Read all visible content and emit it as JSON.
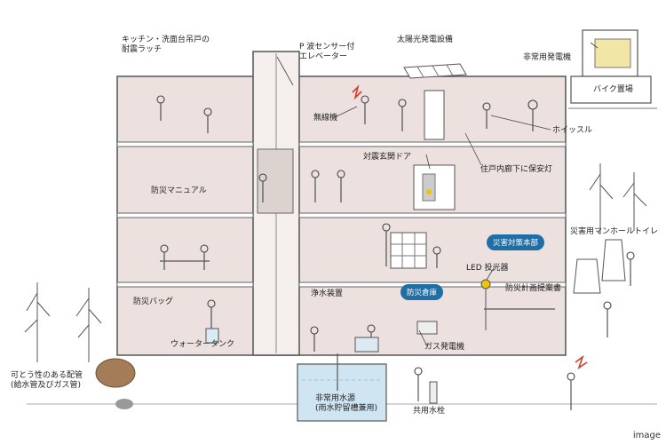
{
  "labels": {
    "kitchen_latch": "キッチン・洗面台吊戸の",
    "kitchen_latch_2": "耐震ラッチ",
    "elevator": "P 波センサー付",
    "elevator_2": "エレベーター",
    "solar": "太陽光発電設備",
    "generator": "非常用発電機",
    "bike_parking": "バイク置場",
    "radio": "無線機",
    "whistle": "ホイッスル",
    "quake_door": "対震玄関ドア",
    "security_light": "住戸内廊下に保安灯",
    "manual": "防災マニュアル",
    "disaster_toilet": "災害用マンホールトイレ",
    "hq": "災害対策本部",
    "led_projector": "LED 投光器",
    "warehouse": "防災倉庫",
    "proposal": "防災計画提案書",
    "water_purifier": "浄水装置",
    "bag": "防災バッグ",
    "water_tank": "ウォータータンク",
    "gas_generator": "ガス発電機",
    "flexible_pipe": "可とう性のある配管",
    "flexible_pipe_2": "(給水管及びガス管)",
    "emergency_water": "非常用水源",
    "emergency_water_2": "(雨水貯留槽兼用)",
    "hydrant": "共用水栓",
    "image_tag": "image"
  },
  "colors": {
    "wall": "#ece1df",
    "outline": "#555555",
    "badge": "#1f6fa6",
    "water": "#cfe6f2",
    "accent_red": "#d63a2a",
    "accent_orange": "#e0733a",
    "generator_body": "#f1e6a6"
  }
}
